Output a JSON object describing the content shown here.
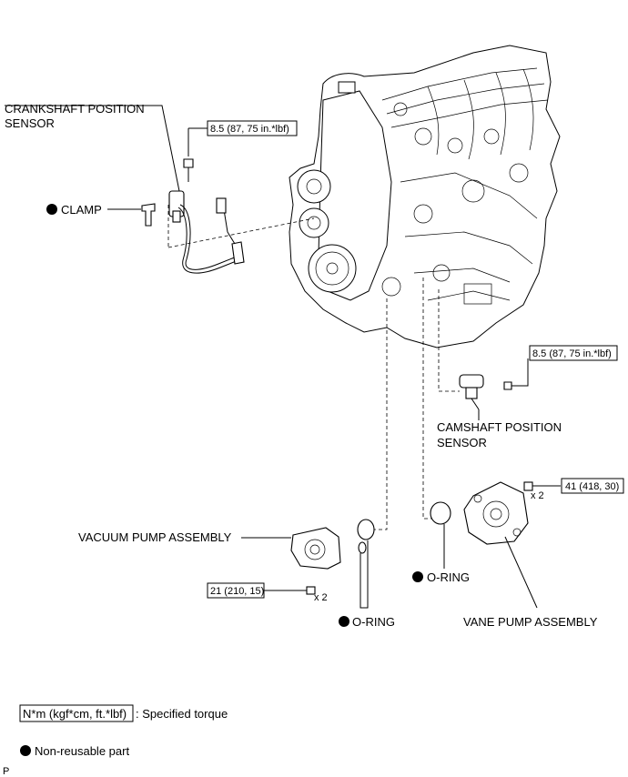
{
  "labels": {
    "crankshaft_line1": "CRANKSHAFT POSITION",
    "crankshaft_line2": "SENSOR",
    "clamp": "CLAMP",
    "camshaft_line1": "CAMSHAFT POSITION",
    "camshaft_line2": "SENSOR",
    "vacuum_pump": "VACUUM PUMP ASSEMBLY",
    "oring_left": "O-RING",
    "oring_right": "O-RING",
    "vane_pump": "VANE PUMP ASSEMBLY"
  },
  "torques": {
    "crank_bolt": "8.5 (87, 75 in.*lbf)",
    "cam_bolt": "8.5 (87, 75 in.*lbf)",
    "vane_nut": "41 (418, 30)",
    "vacuum_nut": "21 (210, 15)"
  },
  "quantities": {
    "vane_nut": "x 2",
    "vacuum_nut": "x 2"
  },
  "legend": {
    "torque_unit": "N*m (kgf*cm, ft.*lbf)",
    "torque_desc": ": Specified torque",
    "nonreusable": "Non-reusable part"
  },
  "figure_code": "P"
}
